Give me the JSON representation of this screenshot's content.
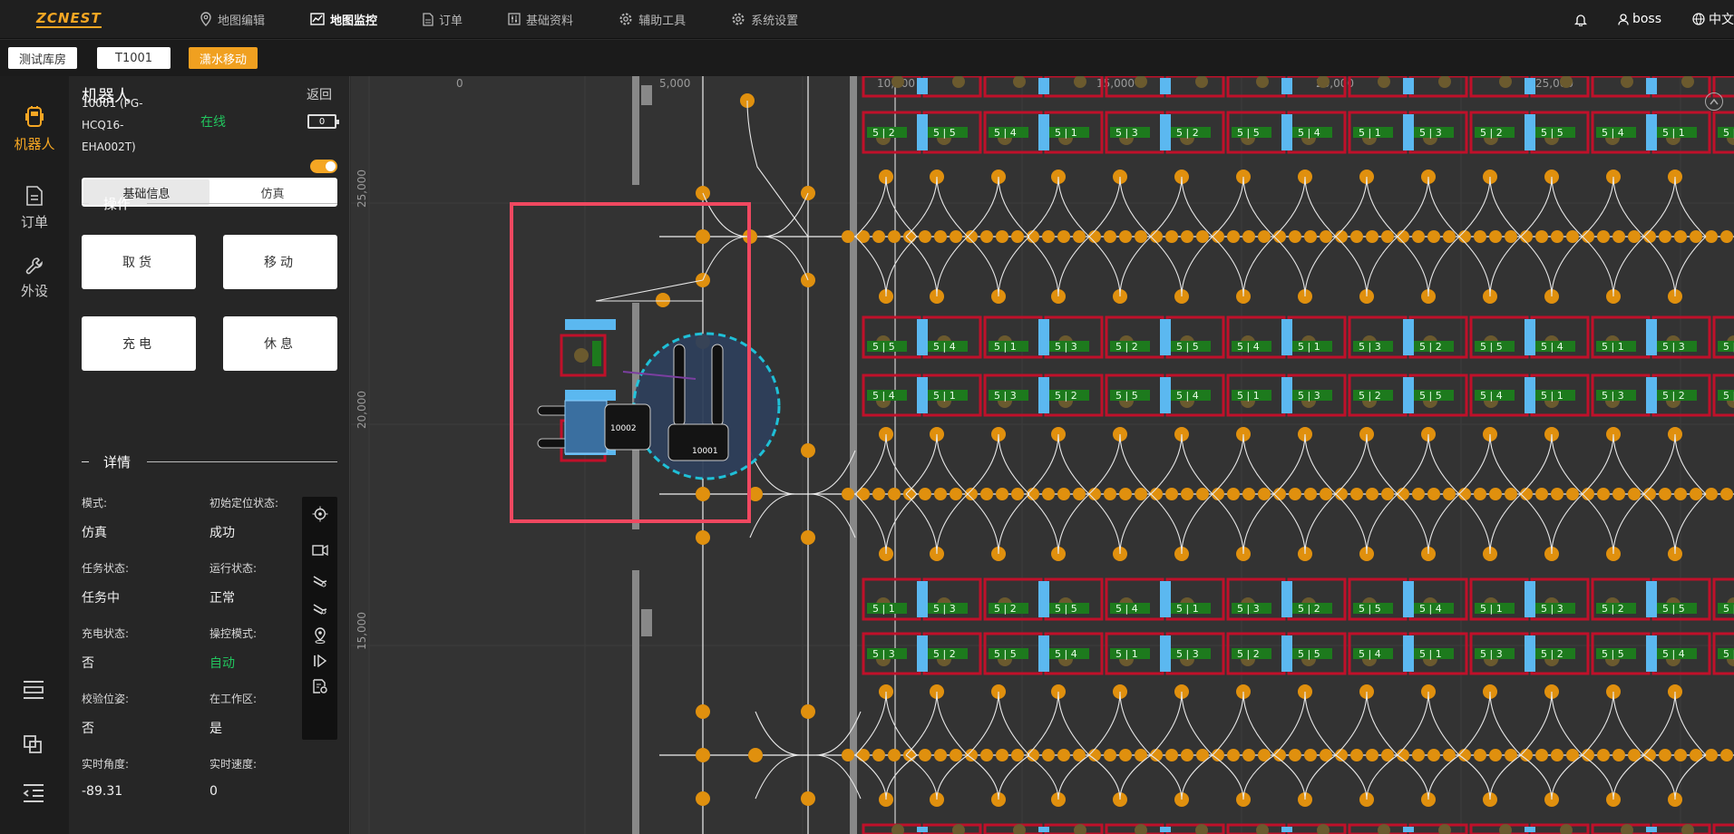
{
  "brand": {
    "logo_text": "ZCNEST",
    "accent": "#f5a623"
  },
  "nav": {
    "items": [
      {
        "label": "地图编辑",
        "icon": "map-pin-icon"
      },
      {
        "label": "地图监控",
        "icon": "chart-icon",
        "active": true
      },
      {
        "label": "订单",
        "icon": "document-icon"
      },
      {
        "label": "基础资料",
        "icon": "sliders-icon"
      },
      {
        "label": "辅助工具",
        "icon": "gear-icon"
      },
      {
        "label": "系统设置",
        "icon": "gear-icon"
      }
    ],
    "user": "boss",
    "language": "中文"
  },
  "tags": [
    "测试库房",
    "T1001",
    "潇水移动"
  ],
  "rail": {
    "items": [
      {
        "label": "机器人",
        "icon": "robot-icon",
        "active": true
      },
      {
        "label": "订单",
        "icon": "document-icon"
      },
      {
        "label": "外设",
        "icon": "wrench-icon"
      }
    ]
  },
  "robot_panel": {
    "title": "机器人",
    "robot_id_lines": [
      "10001 (PG-",
      "HCQ16-",
      "EHA002T)"
    ],
    "status": "在线",
    "back": "返回",
    "battery": "0",
    "tabs": [
      "基础信息",
      "仿真"
    ],
    "section_ops": "操作",
    "ops": [
      "取货",
      "移动",
      "充电",
      "休息"
    ],
    "section_details": "详情",
    "details": [
      {
        "key": "模式:",
        "value": "仿真"
      },
      {
        "key": "初始定位状态:",
        "value": "成功"
      },
      {
        "key": "任务状态:",
        "value": "任务中"
      },
      {
        "key": "运行状态:",
        "value": "正常"
      },
      {
        "key": "充电状态:",
        "value": "否"
      },
      {
        "key": "操控模式:",
        "value": "自动"
      },
      {
        "key": "校验位姿:",
        "value": "否"
      },
      {
        "key": "在工作区:",
        "value": "是"
      },
      {
        "key": "实时角度:",
        "value": "-89.31"
      },
      {
        "key": "实时速度:",
        "value": "0"
      }
    ]
  },
  "map": {
    "x_ticks": [
      "0",
      "5,000",
      "10,000",
      "15,000",
      "20,000",
      "25,000"
    ],
    "y_ticks": [
      "25,000",
      "20,000",
      "15,000"
    ],
    "robots": [
      "10001",
      "10002"
    ],
    "slot_labels": [
      "5 | 3",
      "5 | 2",
      "5 | 5",
      "5 | 4",
      "5 | 1"
    ],
    "colors": {
      "background": "#333333",
      "node": "#e0900e",
      "rack": "#c0102a",
      "marker": "#5bb8f0",
      "selection": "#f04860",
      "robot_zone": "#1ec8e0"
    }
  }
}
